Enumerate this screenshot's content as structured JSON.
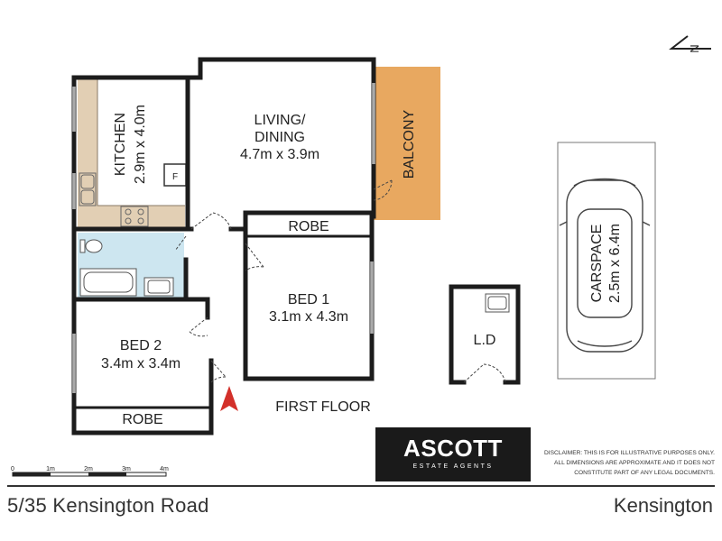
{
  "rooms": {
    "kitchen": {
      "name": "KITCHEN",
      "size": "2.9m x 4.0m",
      "appliance_label": "F"
    },
    "living": {
      "name": "LIVING/",
      "name_line2": "DINING",
      "size": "4.7m x 3.9m"
    },
    "balcony": {
      "name": "BALCONY"
    },
    "robe_bed1": {
      "name": "ROBE"
    },
    "bed1": {
      "name": "BED 1",
      "size": "3.1m x 4.3m"
    },
    "bed2": {
      "name": "BED 2",
      "size": "3.4m x 3.4m"
    },
    "robe_bed2": {
      "name": "ROBE"
    },
    "laundry": {
      "name": "L.D"
    },
    "carspace": {
      "name": "CARSPACE",
      "size": "2.5m x 6.4m"
    }
  },
  "floor_label": "FIRST FLOOR",
  "compass": {
    "letter": "N"
  },
  "scale_bar": {
    "ticks": [
      "0",
      "1m",
      "2m",
      "3m",
      "4m"
    ]
  },
  "agency": {
    "name": "ASCOTT",
    "tagline": "ESTATE AGENTS"
  },
  "disclaimer": [
    "DISCLAIMER: THIS IS FOR ILLUSTRATIVE PURPOSES ONLY.",
    "ALL DIMENSIONS ARE APPROXIMATE AND IT DOES NOT",
    "CONSTITUTE PART OF ANY LEGAL DOCUMENTS."
  ],
  "footer": {
    "address": "5/35 Kensington Road",
    "suburb": "Kensington"
  },
  "colors": {
    "wall": "#1c1c1c",
    "balcony": "#e8a860",
    "kitchen_bench": "#e2cfb4",
    "bathroom": "#cde6f0",
    "entry_arrow": "#d3302a",
    "logo_bg": "#1a1a1a"
  }
}
